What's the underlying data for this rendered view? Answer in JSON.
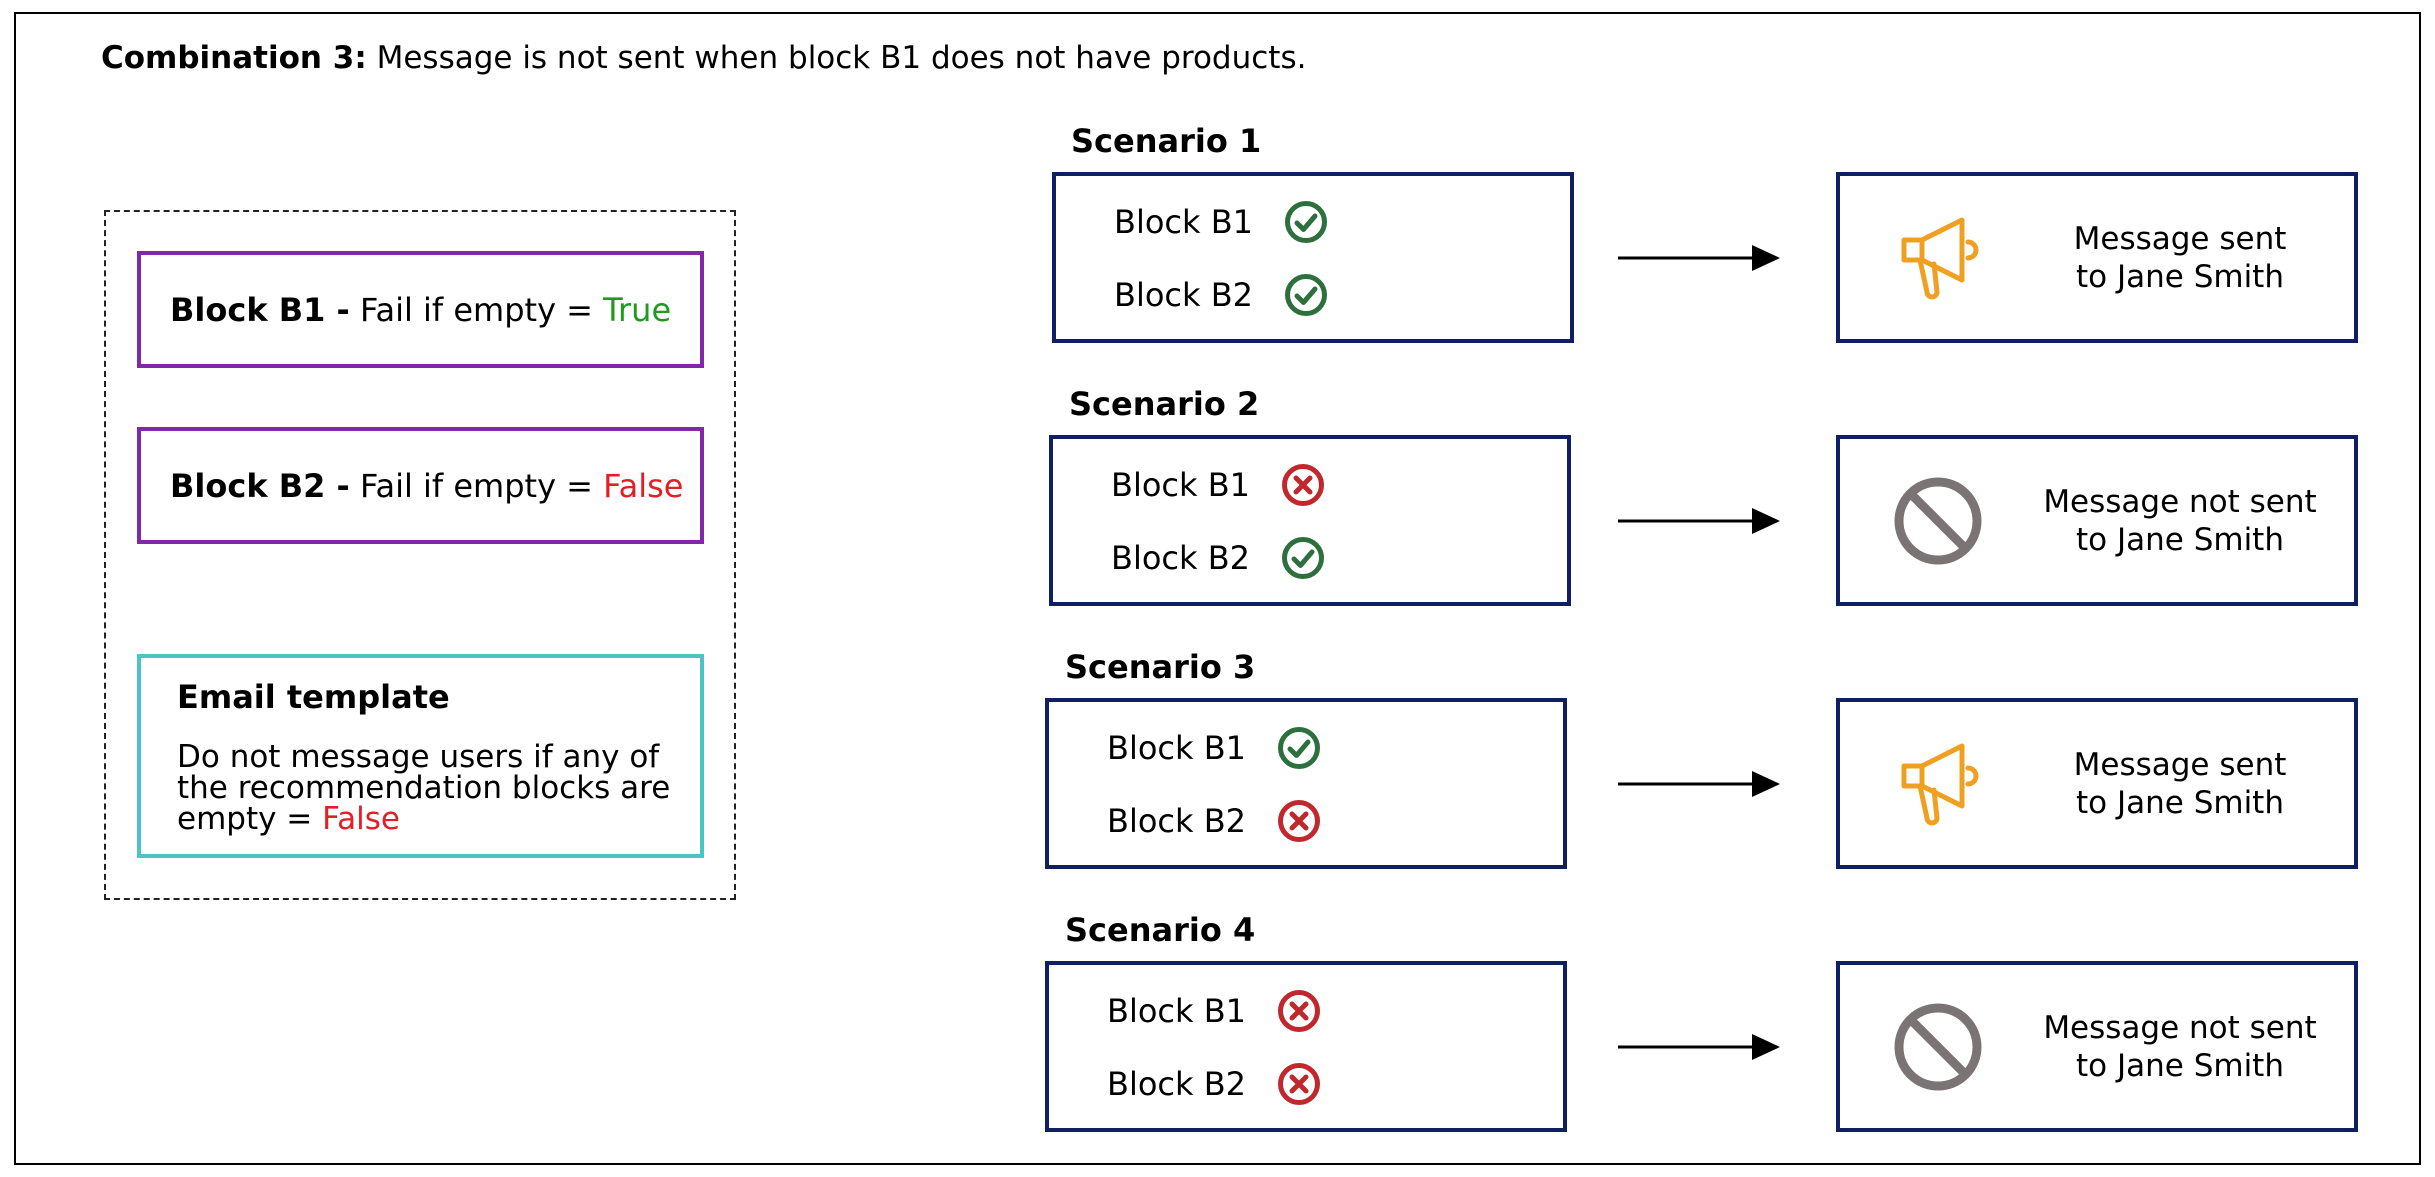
{
  "heading": {
    "label": "Combination 3:",
    "text": "Message is not sent when block B1 does not have products."
  },
  "settings": {
    "blocks": [
      {
        "name": "Block B1 -",
        "rule": "Fail if empty =",
        "value": "True"
      },
      {
        "name": "Block B2 -",
        "rule": "Fail if empty =",
        "value": "False"
      }
    ],
    "email_template": {
      "title": "Email template",
      "text": "Do not message users if any of the recommendation blocks are empty =",
      "value": "False"
    }
  },
  "scenarios": [
    {
      "title": "Scenario 1",
      "rows": [
        {
          "label": "Block B1",
          "status": "check-icon"
        },
        {
          "label": "Block B2",
          "status": "check-icon"
        }
      ],
      "outcome": {
        "icon": "megaphone-icon",
        "line1": "Message sent",
        "line2": "to Jane Smith"
      }
    },
    {
      "title": "Scenario 2",
      "rows": [
        {
          "label": "Block B1",
          "status": "cross-icon"
        },
        {
          "label": "Block B2",
          "status": "check-icon"
        }
      ],
      "outcome": {
        "icon": "prohibited-icon",
        "line1": "Message not sent",
        "line2": "to Jane Smith"
      }
    },
    {
      "title": "Scenario 3",
      "rows": [
        {
          "label": "Block B1",
          "status": "check-icon"
        },
        {
          "label": "Block B2",
          "status": "cross-icon"
        }
      ],
      "outcome": {
        "icon": "megaphone-icon",
        "line1": "Message sent",
        "line2": "to Jane Smith"
      }
    },
    {
      "title": "Scenario 4",
      "rows": [
        {
          "label": "Block B1",
          "status": "cross-icon"
        },
        {
          "label": "Block B2",
          "status": "cross-icon"
        }
      ],
      "outcome": {
        "icon": "prohibited-icon",
        "line1": "Message not sent",
        "line2": "to Jane Smith"
      }
    }
  ],
  "colors": {
    "block_border": "#7e2aa8",
    "template_border": "#4cc3c7",
    "scenario_border": "#0f1f63",
    "true_value": "#1f9a1f",
    "false_value": "#e41e26",
    "check": "#2e6f3e",
    "cross": "#c0282d",
    "megaphone": "#f0a020",
    "prohibited": "#7a7474"
  }
}
